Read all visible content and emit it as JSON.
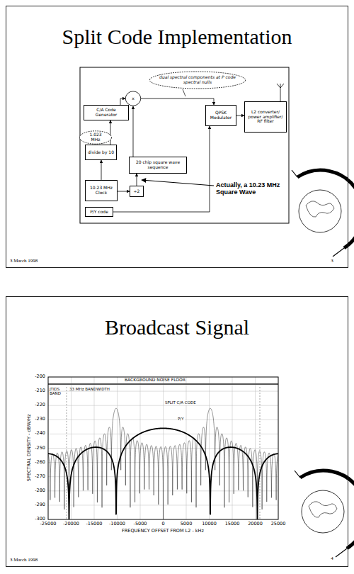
{
  "diagram": {
    "nodes": [
      {
        "text": [
          "Split Code Implementation"
        ]
      },
      {
        "text": [
          "dual spectral components at P code spectral nulls"
        ],
        "in": 0
      },
      {
        "text": [
          "C/A Code Generator"
        ],
        "in": 0
      },
      {
        "text": [
          "x"
        ],
        "in": 0
      },
      {
        "text": [
          "QPSK Modulator"
        ],
        "in": 0
      },
      {
        "text": [
          "L2 converter/ power amplifier/ RF filter"
        ],
        "in": 0
      },
      {
        "text": [
          "1.023 MHz"
        ],
        "in": 0
      },
      {
        "text": [
          "divide by 10"
        ],
        "in": 0
      },
      {
        "text": [
          "20 chip square wave sequence"
        ],
        "in": 0
      },
      {
        "text": [
          "10.23 MHz Clock"
        ],
        "in": 0
      },
      {
        "text": [
          "÷2"
        ],
        "in": 0
      },
      {
        "text": [
          "P/Y code"
        ],
        "in": 0
      },
      {
        "text": [
          "Broadcast Signal"
        ]
      }
    ],
    "edges": [
      {
        "from": 9,
        "to": 7,
        "arrow": "to"
      },
      {
        "from": 7,
        "to": 2,
        "arrow": "to"
      },
      {
        "from": 2,
        "to": 3,
        "arrow": "to"
      },
      {
        "from": 8,
        "to": 3,
        "arrow": "to"
      },
      {
        "from": 9,
        "to": 10,
        "arrow": "to"
      },
      {
        "from": 10,
        "to": 8,
        "arrow": "to"
      },
      {
        "from": 3,
        "to": 4,
        "arrow": "to"
      },
      {
        "from": 11,
        "to": 4,
        "arrow": "to"
      },
      {
        "from": 4,
        "to": 5,
        "arrow": "to"
      }
    ],
    "labels": [
      "Actually, a 10.23 MHz Square Wave",
      "3 March 1998",
      "3",
      "SPECTRAL DENSITY - dBW/Hz",
      "-200",
      "-210",
      "-220",
      "-230",
      "-240",
      "-250",
      "-260",
      "-270",
      "-280",
      "-290",
      "-300",
      "-25000",
      "-20000",
      "-15000",
      "-10000",
      "-5000",
      "0",
      "5000",
      "10000",
      "15000",
      "20000",
      "25000",
      "FREQUENCY OFFSET FROM L2 - kHz",
      "BACKGROUND NOISE FLOOR",
      "JTIDS BAND",
      "33 MHz BANDWIDTH",
      "SPLIT C/A CODE",
      "P/Y",
      "3 March 1998",
      "4"
    ]
  }
}
